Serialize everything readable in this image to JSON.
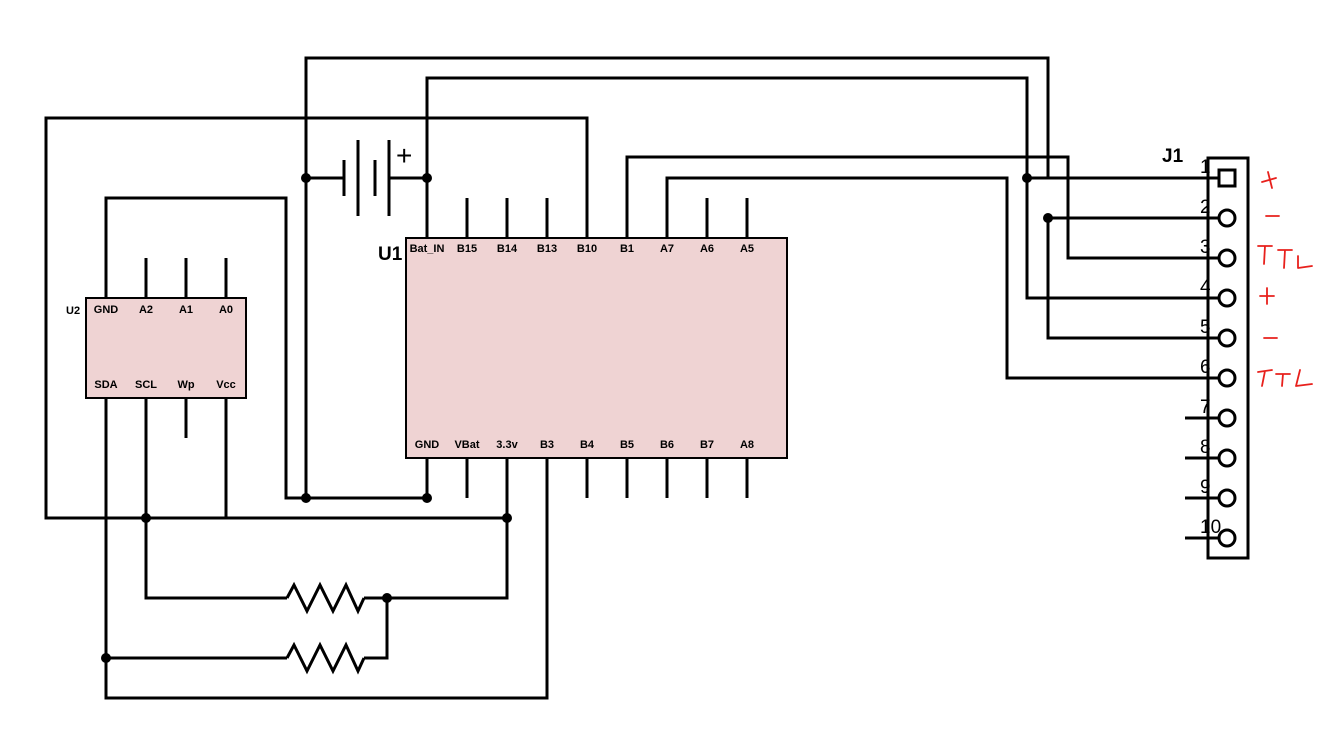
{
  "u1": {
    "ref": "U1",
    "top_pins": [
      "Bat_IN",
      "B15",
      "B14",
      "B13",
      "B10",
      "B1",
      "A7",
      "A6",
      "A5"
    ],
    "bottom_pins": [
      "GND",
      "VBat",
      "3.3v",
      "B3",
      "B4",
      "B5",
      "B6",
      "B7",
      "A8"
    ]
  },
  "u2": {
    "ref": "U2",
    "top_pins": [
      "GND",
      "A2",
      "A1",
      "A0"
    ],
    "bottom_pins": [
      "SDA",
      "SCL",
      "Wp",
      "Vcc"
    ]
  },
  "battery": {
    "plus_label": "+"
  },
  "j1": {
    "ref": "J1",
    "pin_numbers": [
      "1",
      "2",
      "3",
      "4",
      "5",
      "6",
      "7",
      "8",
      "9",
      "10"
    ]
  },
  "colors": {
    "chip_fill": "#efd3d3",
    "annotation": "#e8201c"
  },
  "icons": {
    "resistor": "resistor-icon",
    "battery": "battery-icon",
    "annotations": "handwritten-annotation-icon"
  }
}
